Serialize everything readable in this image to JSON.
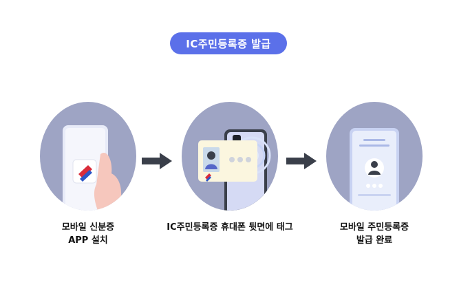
{
  "title": "IC주민등록증 발급",
  "steps": [
    {
      "line1": "모바일 신분증",
      "line2": "APP 설치",
      "icon": "phone-app-icon"
    },
    {
      "line1": "IC주민등록증 휴대폰 뒷면에 태그",
      "line2": "",
      "icon": "id-card-tag-icon"
    },
    {
      "line1": "모바일 주민등록증",
      "line2": "발급 완료",
      "icon": "mobile-id-icon"
    }
  ],
  "colors": {
    "accent": "#5b70e9",
    "circle": "#9ea4c4",
    "arrow": "#3a3f4a"
  }
}
